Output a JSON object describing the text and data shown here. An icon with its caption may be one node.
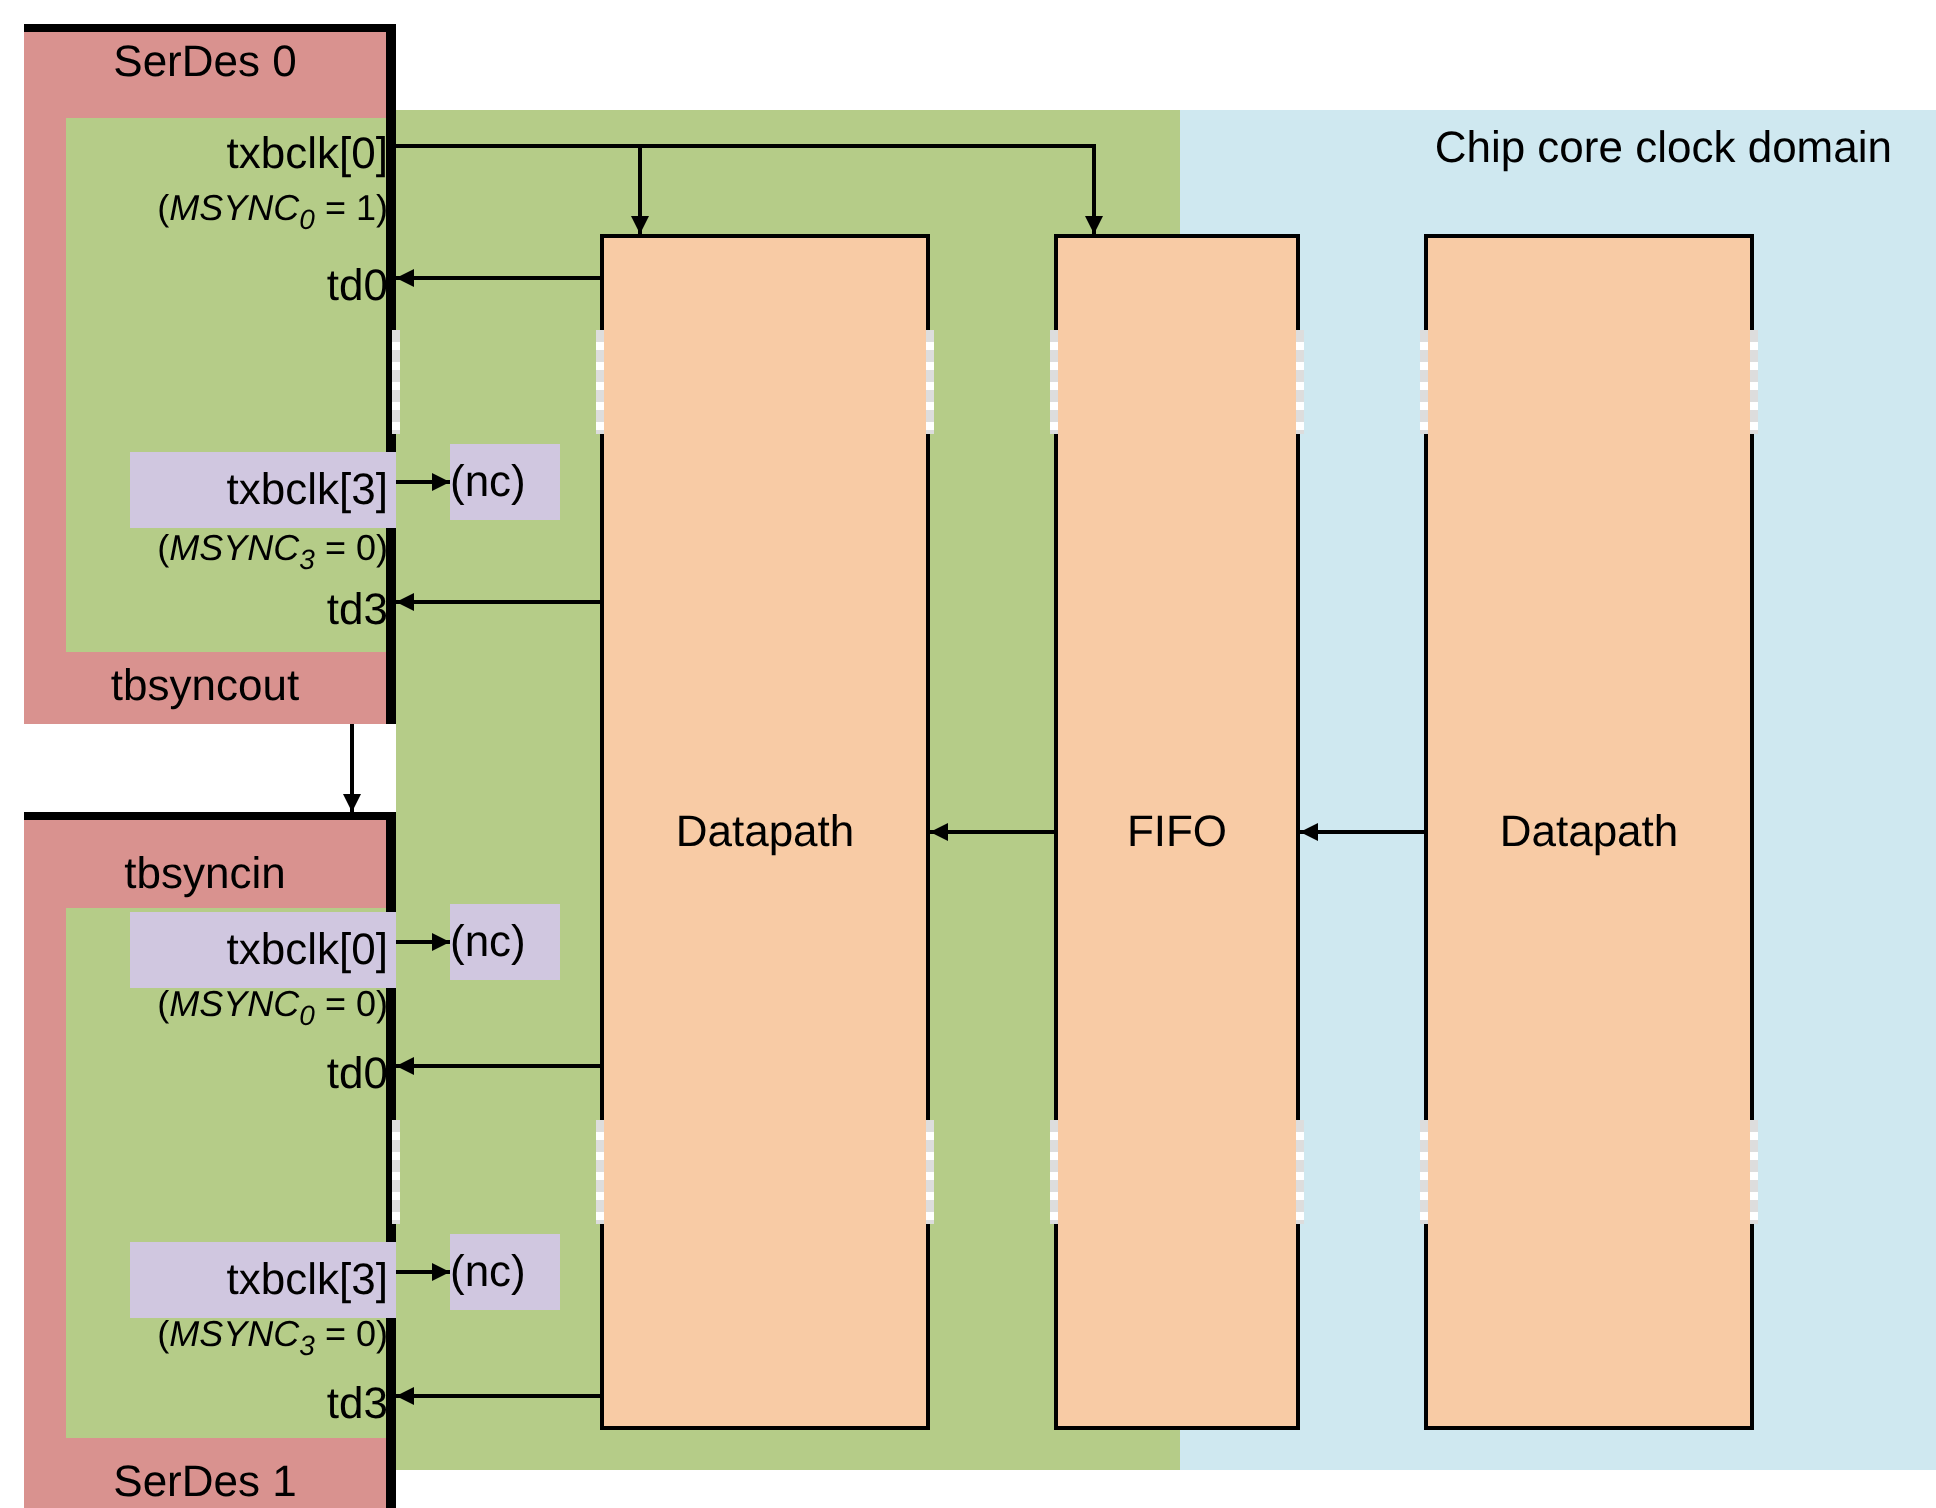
{
  "diagram": {
    "nodes": [
      {
        "text": [
          "SerDes 0",
          "tbsyncout"
        ]
      },
      {
        "text": [
          "txbclk[0]"
        ],
        "in": 0,
        "beside": [
          "(*MSYNC*$_{0}$ = 1)"
        ]
      },
      {
        "text": [
          "td0"
        ],
        "in": 0
      },
      {
        "text": [
          "txbclk[3]"
        ],
        "in": 0,
        "beside": [
          "(*MSYNC*$_{3}$ = 0)"
        ]
      },
      {
        "text": [
          "(nc)"
        ]
      },
      {
        "text": [
          "td3"
        ],
        "in": 0
      },
      {
        "text": [
          "tbsyncin",
          "SerDes 1"
        ]
      },
      {
        "text": [
          "txbclk[0]"
        ],
        "in": 6,
        "beside": [
          "(*MSYNC*$_{0}$ = 0)"
        ]
      },
      {
        "text": [
          "(nc)"
        ]
      },
      {
        "text": [
          "td0"
        ],
        "in": 6
      },
      {
        "text": [
          "txbclk[3]"
        ],
        "in": 6,
        "beside": [
          "(*MSYNC*$_{3}$ = 0)"
        ]
      },
      {
        "text": [
          "(nc)"
        ]
      },
      {
        "text": [
          "td3"
        ],
        "in": 6
      },
      {
        "text": [
          "Chip core clock domain"
        ]
      },
      {
        "text": [
          "Datapath"
        ]
      },
      {
        "text": [
          "FIFO"
        ]
      },
      {
        "text": [
          "Datapath"
        ],
        "in": 13
      }
    ],
    "edges": [
      {
        "from": 1,
        "to": 14,
        "arrow": "to"
      },
      {
        "from": 1,
        "to": 15,
        "arrow": "to"
      },
      {
        "from": 14,
        "to": 2,
        "arrow": "to"
      },
      {
        "from": 3,
        "to": 4,
        "arrow": "to"
      },
      {
        "from": 14,
        "to": 5,
        "arrow": "to"
      },
      {
        "from": 0,
        "to": 6,
        "arrow": "to"
      },
      {
        "from": 7,
        "to": 8,
        "arrow": "to"
      },
      {
        "from": 14,
        "to": 9,
        "arrow": "to"
      },
      {
        "from": 10,
        "to": 11,
        "arrow": "to"
      },
      {
        "from": 14,
        "to": 12,
        "arrow": "to"
      },
      {
        "from": 15,
        "to": 14,
        "arrow": "to"
      },
      {
        "from": 16,
        "to": 15,
        "arrow": "to"
      }
    ]
  }
}
